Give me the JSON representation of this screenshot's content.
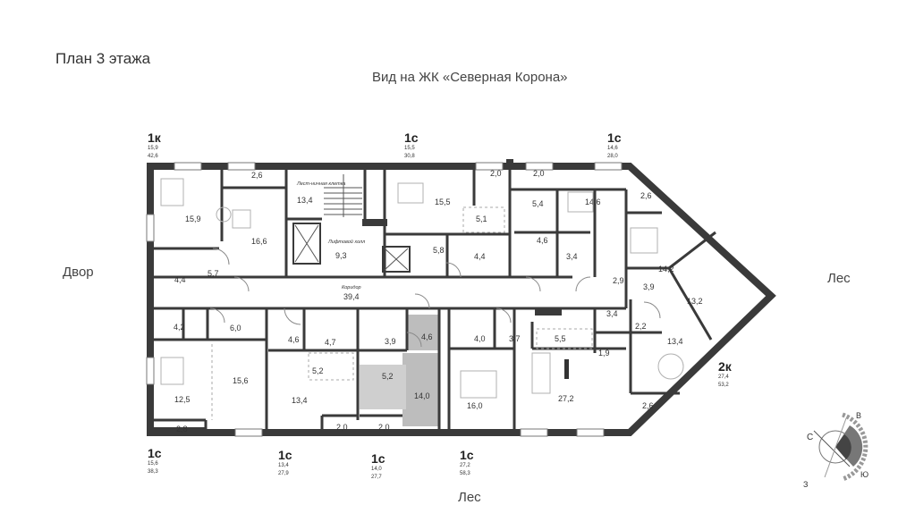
{
  "page": {
    "title": "План 3 этажа",
    "view_top": "Вид на ЖК «Северная Корона»",
    "view_left": "Двор",
    "view_right": "Лес",
    "view_bottom": "Лес"
  },
  "apartments": [
    {
      "code": "1к",
      "living": "15,9",
      "total": "42,6"
    },
    {
      "code": "1с",
      "living": "15,5",
      "total": "30,8"
    },
    {
      "code": "1с",
      "living": "14,6",
      "total": "28,0"
    },
    {
      "code": "2к",
      "living": "27,4",
      "total": "53,2"
    },
    {
      "code": "1с",
      "living": "15,6",
      "total": "38,3"
    },
    {
      "code": "1с",
      "living": "13,4",
      "total": "27,9"
    },
    {
      "code": "1с",
      "living": "14,0",
      "total": "27,7"
    },
    {
      "code": "1с",
      "living": "27,2",
      "total": "58,3"
    }
  ],
  "rooms": {
    "r_2_6_a": "2,6",
    "r_15_9": "15,9",
    "r_16_6": "16,6",
    "r_4_4_a": "4,4",
    "r_5_7": "5,7",
    "stair_label": "Лест-ничная клетка",
    "r_13_4_stair": "13,4",
    "lift_label": "Лифтовой холл",
    "r_9_3": "9,3",
    "corridor_label": "Коридор",
    "r_39_4": "39,4",
    "r_15_5": "15,5",
    "r_5_1": "5,1",
    "r_5_8": "5,8",
    "r_4_4_b": "4,4",
    "r_2_0_a": "2,0",
    "r_2_0_b": "2,0",
    "r_5_4": "5,4",
    "r_14_6": "14,6",
    "r_4_6_a": "4,6",
    "r_3_4_a": "3,4",
    "r_2_6_b": "2,6",
    "r_14_2": "14,2",
    "r_2_9": "2,9",
    "r_3_9_a": "3,9",
    "r_13_2": "13,2",
    "r_3_4_b": "3,4",
    "r_2_2": "2,2",
    "r_13_4_b": "13,4",
    "r_1_9": "1,9",
    "r_2_6_c": "2,6",
    "r_4_2": "4,2",
    "r_6_0": "6,0",
    "r_12_5": "12,5",
    "r_15_6": "15,6",
    "r_2_8": "2,8",
    "r_4_6_b": "4,6",
    "r_4_7": "4,7",
    "r_5_2_a": "5,2",
    "r_13_4_c": "13,4",
    "r_2_0_c": "2,0",
    "r_3_9_b": "3,9",
    "r_4_6_c": "4,6",
    "r_5_2_b": "5,2",
    "r_14_0": "14,0",
    "r_2_0_d": "2,0",
    "r_4_0": "4,0",
    "r_3_7": "3,7",
    "r_5_5": "5,5",
    "r_16_0": "16,0",
    "r_27_2": "27,2"
  },
  "compass": {
    "north": "С",
    "east": "В",
    "south": "Ю",
    "west": "З"
  },
  "colors": {
    "wall": "#3a3a3a",
    "highlight": "#bdbdbd",
    "line": "#9a9a9a"
  }
}
